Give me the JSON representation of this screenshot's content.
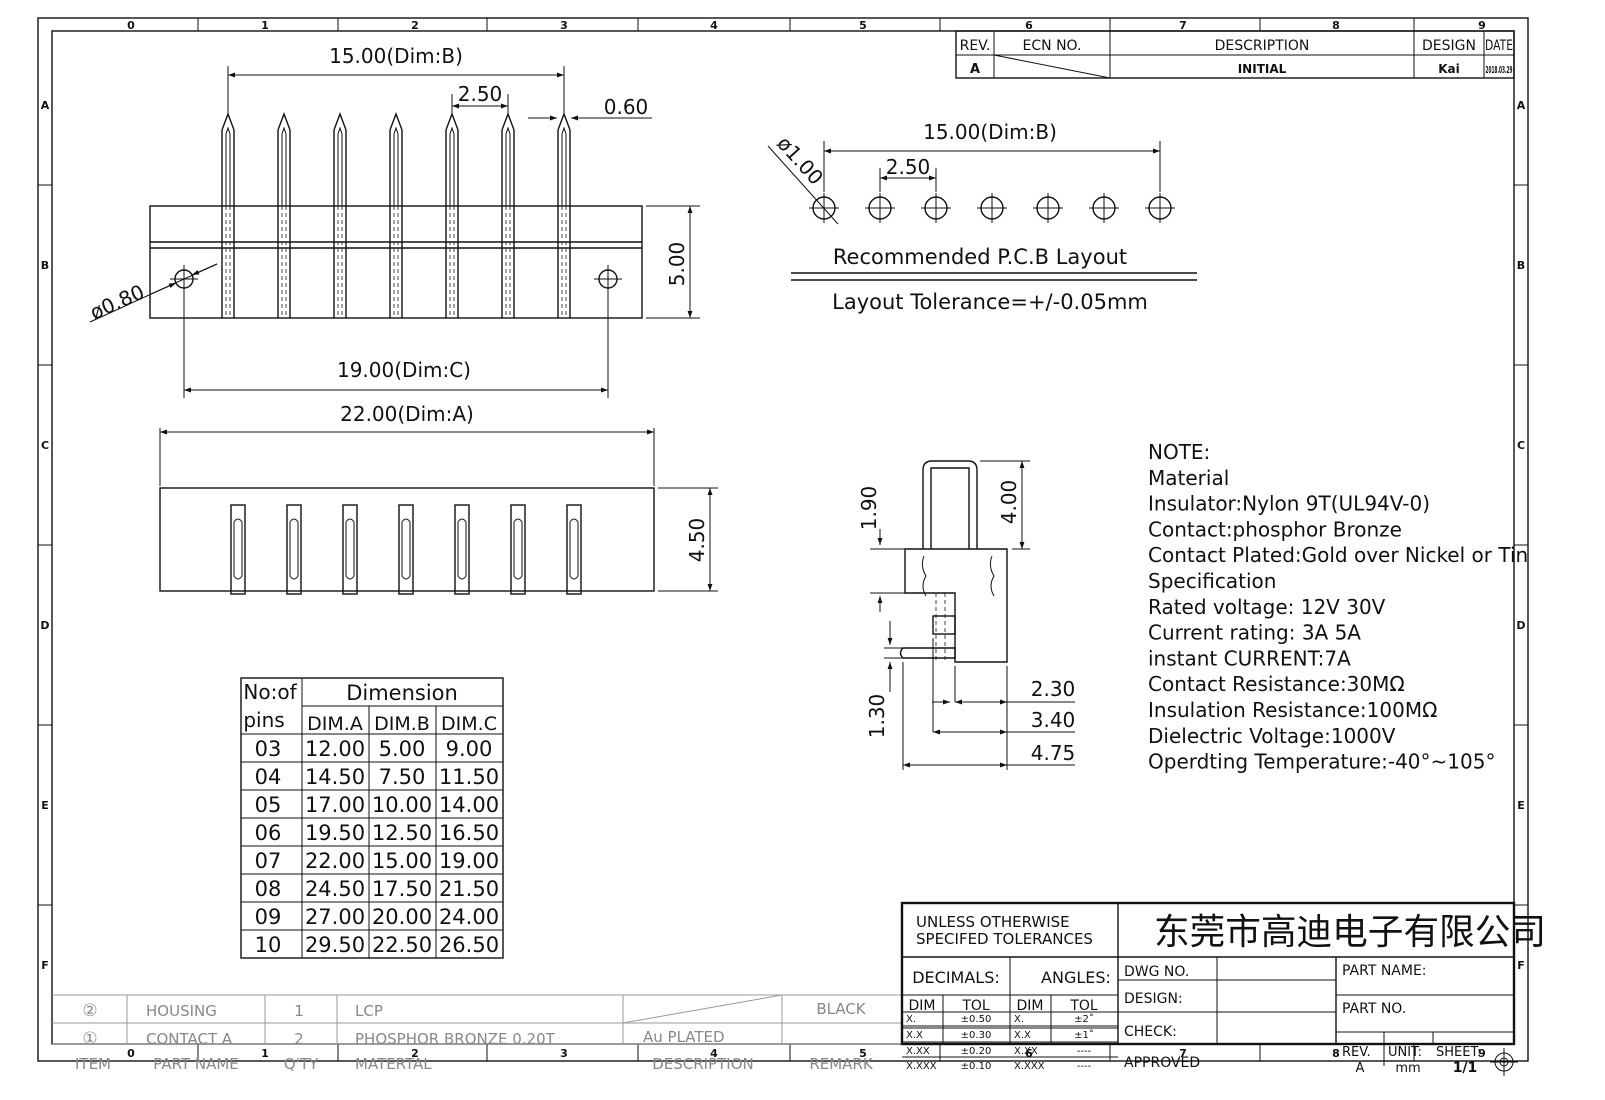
{
  "border": {
    "columns": [
      "0",
      "1",
      "2",
      "3",
      "4",
      "5",
      "6",
      "7",
      "8",
      "9"
    ],
    "rows": [
      "A",
      "B",
      "C",
      "D",
      "E",
      "F"
    ]
  },
  "revision": {
    "headers": {
      "rev": "REV.",
      "ecn": "ECN NO.",
      "description": "DESCRIPTION",
      "design": "DESIGN",
      "date": "DATE"
    },
    "row": {
      "rev": "A",
      "description": "INITIAL",
      "design": "Kai",
      "date": "2018.03.29"
    }
  },
  "top_view": {
    "dim_b": "15.00(Dim:B)",
    "pitch": "2.50",
    "pin_width": "0.60",
    "hole": "ø0.80",
    "height": "5.00",
    "dim_c": "19.00(Dim:C)"
  },
  "pcb_layout": {
    "dim_b": "15.00(Dim:B)",
    "pitch": "2.50",
    "hole": "ø1.00",
    "title": "Recommended P.C.B Layout",
    "tolerance": "Layout Tolerance=+/-0.05mm"
  },
  "front_view": {
    "dim_a": "22.00(Dim:A)",
    "height": "4.50"
  },
  "side_view": {
    "d_190": "1.90",
    "d_400": "4.00",
    "d_130": "1.30",
    "d_230": "2.30",
    "d_340": "3.40",
    "d_475": "4.75"
  },
  "notes": [
    "NOTE:",
    "Material",
    "Insulator:Nylon 9T(UL94V-0)",
    "Contact:phosphor Bronze",
    "Contact Plated:Gold over Nickel or Tin",
    "Specification",
    "Rated voltage: 12V 30V",
    "Current rating: 3A  5A",
    "instant CURRENT:7A",
    "Contact Resistance:30MΩ",
    "Insulation Resistance:100MΩ",
    "Dielectric Voltage:1000V",
    "Operdting Temperature:-40°~105°"
  ],
  "dim_table": {
    "h1": "No:of",
    "h2": "pins",
    "group": "Dimension",
    "cols": [
      "DIM.A",
      "DIM.B",
      "DIM.C"
    ],
    "rows": [
      [
        "03",
        "12.00",
        "5.00",
        "9.00"
      ],
      [
        "04",
        "14.50",
        "7.50",
        "11.50"
      ],
      [
        "05",
        "17.00",
        "10.00",
        "14.00"
      ],
      [
        "06",
        "19.50",
        "12.50",
        "16.50"
      ],
      [
        "07",
        "22.00",
        "15.00",
        "19.00"
      ],
      [
        "08",
        "24.50",
        "17.50",
        "21.50"
      ],
      [
        "09",
        "27.00",
        "20.00",
        "24.00"
      ],
      [
        "10",
        "29.50",
        "22.50",
        "26.50"
      ]
    ]
  },
  "bom": {
    "rows": [
      {
        "no": "②",
        "name": "HOUSING",
        "qty": "1",
        "material": "LCP",
        "description": "",
        "remark": "BLACK"
      },
      {
        "no": "①",
        "name": "CONTACT A",
        "qty": "2",
        "material": "PHOSPHOR BRONZE 0.20T",
        "description": "Au PLATED",
        "remark": ""
      }
    ],
    "header": {
      "no": "ITEM",
      "name": "PART NAME",
      "qty": "Q'TY",
      "material": "MATERTAL",
      "description": "DESCRIPTION",
      "remark": "REMARK"
    }
  },
  "title_block": {
    "tol_title1": "UNLESS OTHERWISE",
    "tol_title2": "SPECIFED TOLERANCES",
    "decimals": "DECIMALS:",
    "angles": "ANGLES:",
    "dim": "DIM",
    "tol": "TOL",
    "dec_rows": [
      [
        "X.",
        "±0.50"
      ],
      [
        "X.X",
        "±0.30"
      ],
      [
        "X.XX",
        "±0.20"
      ],
      [
        "X.XXX",
        "±0.10"
      ]
    ],
    "ang_rows": [
      [
        "X.",
        "±2˚"
      ],
      [
        "X.X",
        "±1˚"
      ],
      [
        "X.XX",
        "----"
      ],
      [
        "X.XXX",
        "----"
      ]
    ],
    "company": "东莞市高迪电子有限公司",
    "dwg_no": "DWG NO.",
    "design": "DESIGN:",
    "check": "CHECK:",
    "approved": "APPROVED",
    "part_name": "PART NAME:",
    "part_no": "PART NO.",
    "rev_label": "REV.",
    "rev_value": "A",
    "unit_label": "UNIT:",
    "unit_value": "mm",
    "sheet_label": "SHEET:",
    "sheet_value": "1/1"
  }
}
